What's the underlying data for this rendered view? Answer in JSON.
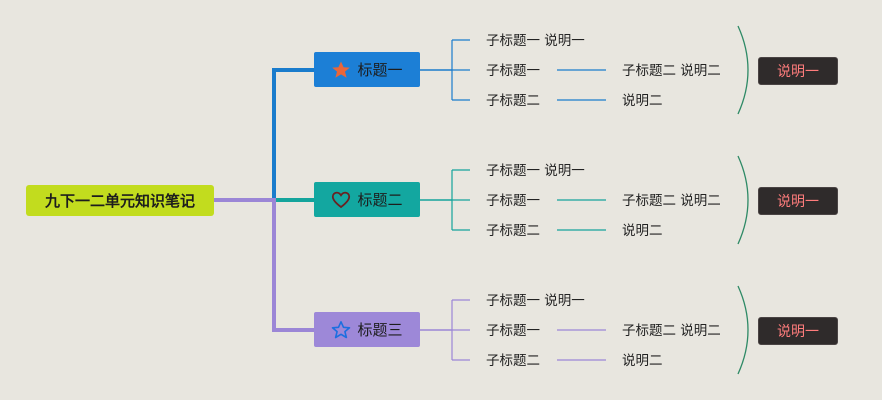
{
  "root": {
    "label": "九下一二单元知识笔记",
    "color": "#c2dc1e"
  },
  "branches": [
    {
      "label": "标题一",
      "color": "#1c7fd6",
      "line_color": "#1a7ccc",
      "icon": "star-solid-icon",
      "icon_color": "#e8663a",
      "rows": [
        {
          "left": "子标题一 说明一"
        },
        {
          "left": "子标题一",
          "right": "子标题二 说明二"
        },
        {
          "left": "子标题二",
          "right": "说明二"
        }
      ],
      "note": "说明一"
    },
    {
      "label": "标题二",
      "color": "#13a7a0",
      "line_color": "#14a49c",
      "icon": "heart-outline-icon",
      "icon_color": "#6a2020",
      "rows": [
        {
          "left": "子标题一 说明一"
        },
        {
          "left": "子标题一",
          "right": "子标题二 说明二"
        },
        {
          "left": "子标题二",
          "right": "说明二"
        }
      ],
      "note": "说明一"
    },
    {
      "label": "标题三",
      "color": "#9d88d8",
      "line_color": "#9b86d6",
      "icon": "star-outline-icon",
      "icon_color": "#1c6fe0",
      "rows": [
        {
          "left": "子标题一 说明一"
        },
        {
          "left": "子标题一",
          "right": "子标题二 说明二"
        },
        {
          "left": "子标题二",
          "right": "说明二"
        }
      ],
      "note": "说明一"
    }
  ]
}
